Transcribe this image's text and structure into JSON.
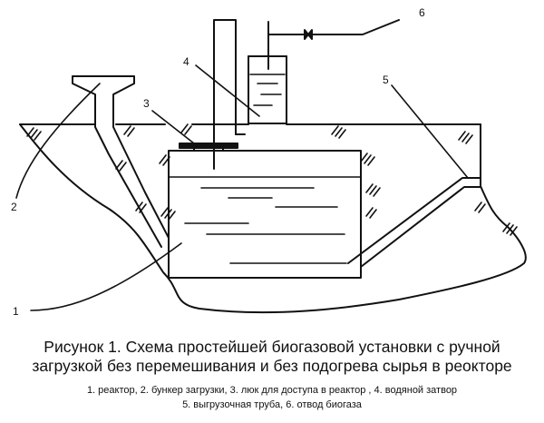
{
  "figure": {
    "labels": [
      "1",
      "2",
      "3",
      "4",
      "5",
      "6"
    ],
    "caption_line1": "Рисунок 1. Схема простейшей биогазовой установки с ручной",
    "caption_line2": "загрузкой без перемешивания и без подогрева сырья в реокторе",
    "legend_line1": "1.  реактор, 2. бункер загрузки, 3. люк для доступа в реактор , 4.  водяной затвор",
    "legend_line2": "5.  выгрузочная труба, 6.  отвод биогаза"
  },
  "colors": {
    "ink": "#111111",
    "background": "#ffffff"
  }
}
